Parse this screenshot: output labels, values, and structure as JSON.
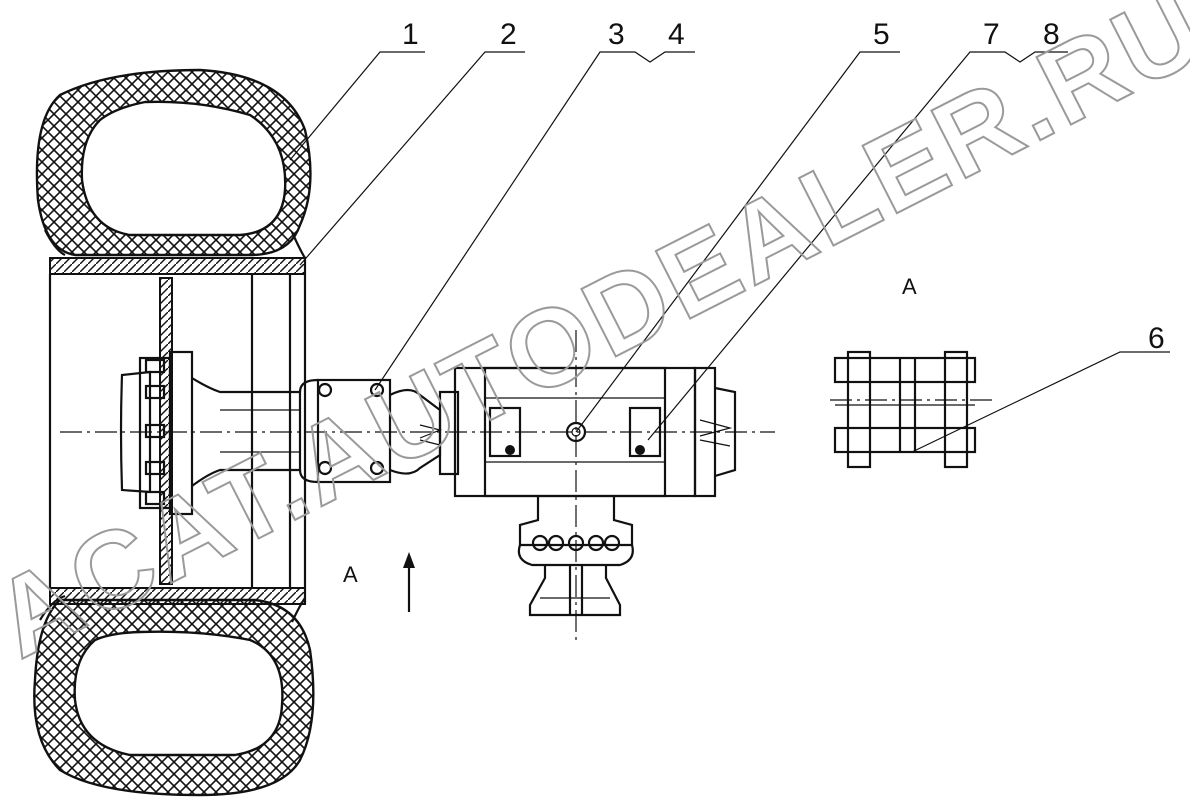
{
  "callouts": [
    "1",
    "2",
    "3",
    "4",
    "5",
    "7",
    "8",
    "6"
  ],
  "view_labels": {
    "section": "A",
    "arrow": "A"
  },
  "watermark": "ACAT.AUTODEALER.RU",
  "colors": {
    "line": "#111111",
    "watermark": "#9a9a9a",
    "background": "#ffffff"
  }
}
